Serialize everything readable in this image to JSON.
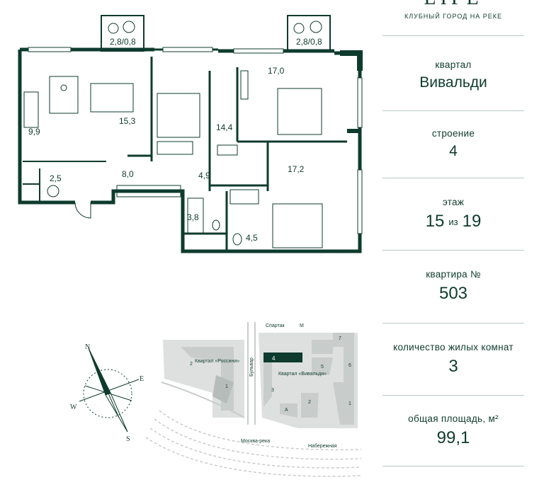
{
  "brand": {
    "logo_text": "LIFE",
    "tagline": "КЛУБНЫЙ ГОРОД НА РЕКЕ"
  },
  "info": {
    "quarter": {
      "caption": "квартал",
      "value": "Вивальди"
    },
    "building": {
      "caption": "строение",
      "value": "4"
    },
    "floor": {
      "caption": "этаж",
      "value": "15",
      "sep": "из",
      "total": "19"
    },
    "apartment": {
      "caption": "квартира №",
      "value": "503"
    },
    "rooms": {
      "caption": "количество жилых комнат",
      "value": "3"
    },
    "area": {
      "caption": "общая площадь, м²",
      "value": "99,1"
    }
  },
  "rooms": [
    {
      "id": "kitchen",
      "area": "9,9"
    },
    {
      "id": "living",
      "area": "15,3"
    },
    {
      "id": "bedroom-1",
      "area": "14,4"
    },
    {
      "id": "bedroom-2",
      "area": "17,0"
    },
    {
      "id": "bedroom-3",
      "area": "17,2"
    },
    {
      "id": "hall",
      "area": "8,0"
    },
    {
      "id": "corridor",
      "area": "4,9"
    },
    {
      "id": "storage",
      "area": "2,5"
    },
    {
      "id": "bath-1",
      "area": "3,8"
    },
    {
      "id": "bath-2",
      "area": "4,5"
    },
    {
      "id": "balcony-1",
      "area": "2,8/0,8"
    },
    {
      "id": "balcony-2",
      "area": "2,8/0,8"
    }
  ],
  "compass": {
    "n": "N",
    "e": "E",
    "s": "S",
    "w": "W"
  },
  "site_map": {
    "metro": "Спартак",
    "metro_symbol": "M",
    "quarter_rossini": "Квартал «Россини»",
    "quarter_vivaldi": "Квартал «Вивальди»",
    "boulevard": "Бульвар",
    "river": "Москва-река",
    "embankment": "Набережная",
    "highlighted_building": "4",
    "buildings": [
      "1",
      "2",
      "3",
      "5",
      "6",
      "7",
      "A"
    ],
    "rossini_buildings": [
      "2",
      "1"
    ]
  },
  "colors": {
    "primary": "#0e3b2e",
    "plan_fill": "#f3f6f4",
    "map_gray": "#c8ccca"
  }
}
